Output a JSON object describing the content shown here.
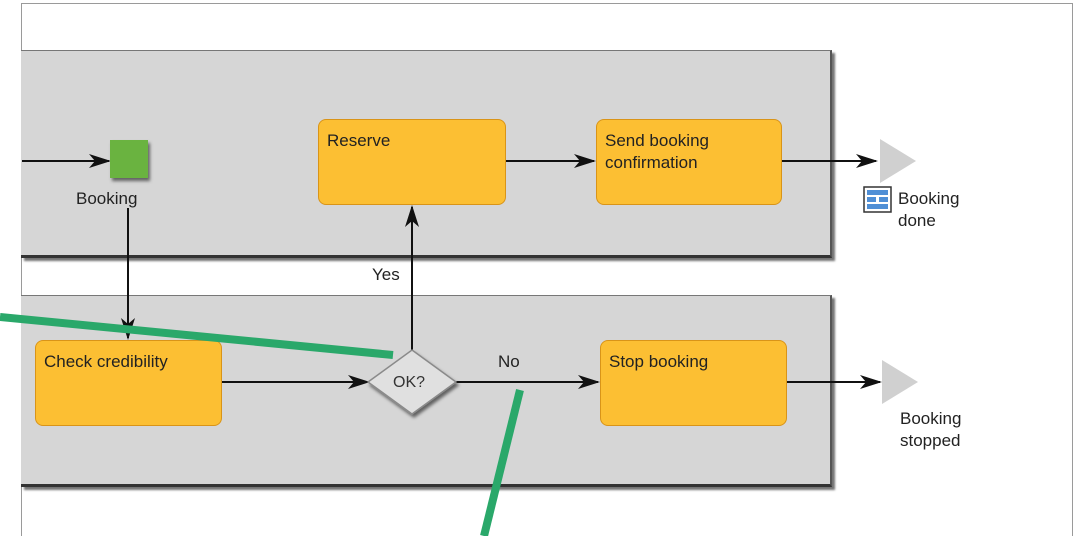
{
  "diagram": {
    "lane_top": {
      "start_event_label": "Booking"
    },
    "lane_bottom": {},
    "tasks": {
      "reserve": "Reserve",
      "send_confirmation": "Send booking confirmation",
      "check_credibility": "Check credibility",
      "stop_booking": "Stop booking"
    },
    "gateway": {
      "label": "OK?",
      "yes_label": "Yes",
      "no_label": "No"
    },
    "end_events": {
      "booking_done": "Booking done",
      "booking_stopped": "Booking stopped"
    }
  },
  "colors": {
    "task_fill": "#fcbf33",
    "lane_fill": "#d6d6d6",
    "start_event": "#6bb33f",
    "highlight_line": "#2aa86a",
    "end_event": "#d0d0d0"
  },
  "icons": [
    "square-start-icon",
    "gateway-diamond-icon",
    "end-arrow-icon",
    "data-object-icon"
  ]
}
